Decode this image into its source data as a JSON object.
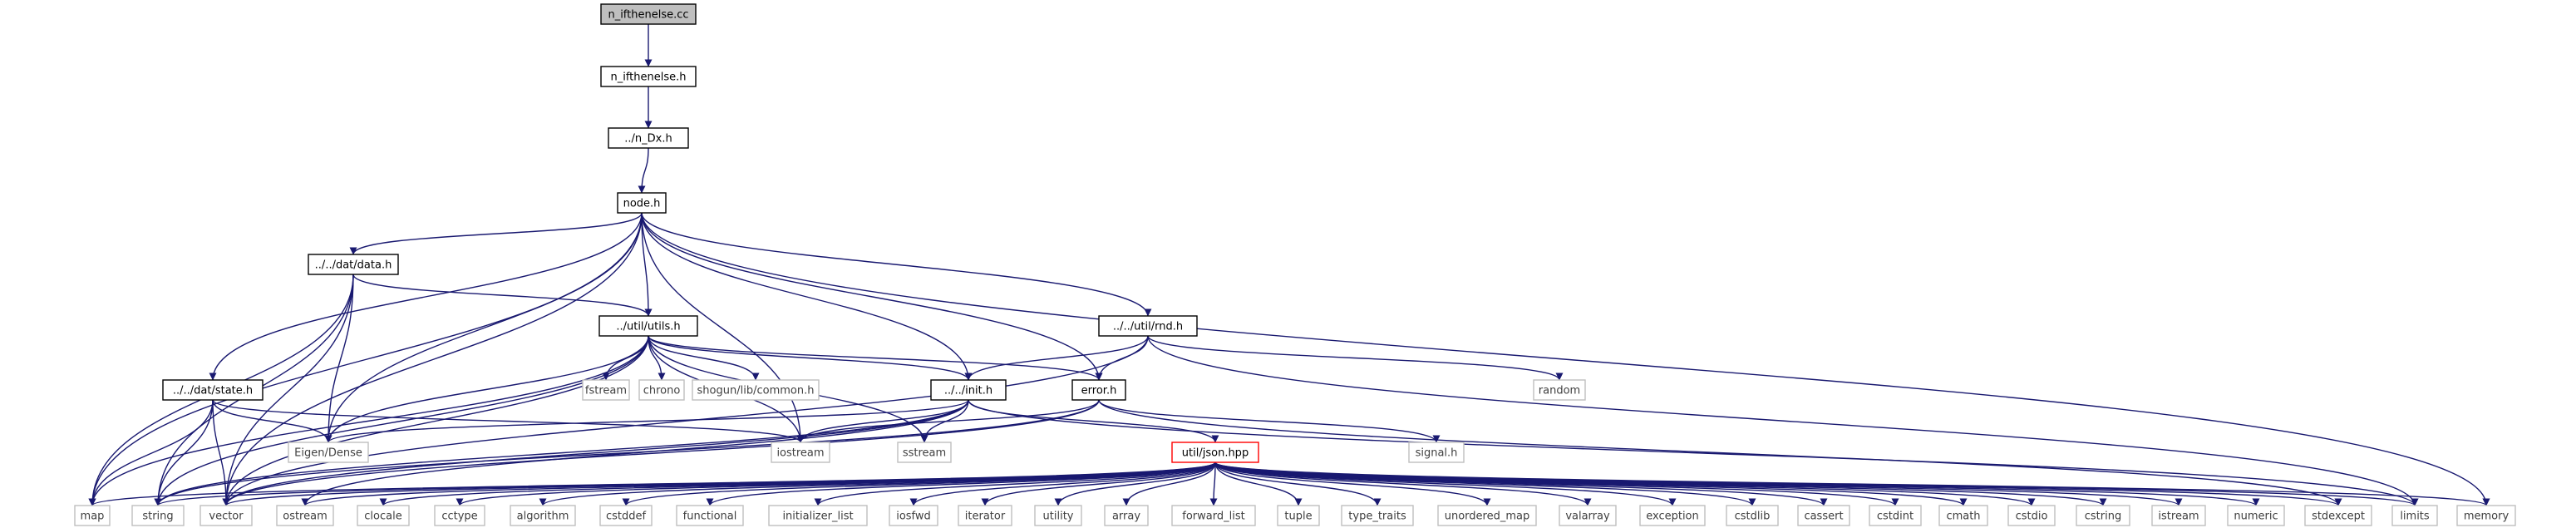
{
  "colors": {
    "edge": "#191970",
    "node_border": "#000000",
    "ext_border": "#bfbfbf",
    "ext_text": "#404040",
    "focus_fill": "#bfbfbf",
    "error_border": "#ff0000",
    "fill": "#ffffff"
  },
  "nodes": [
    {
      "id": "n_ifthenelse_cc",
      "label": "n_ifthenelse.cc",
      "style": "focus"
    },
    {
      "id": "n_ifthenelse_h",
      "label": "n_ifthenelse.h",
      "style": "normal"
    },
    {
      "id": "n_Dx_h",
      "label": "../n_Dx.h",
      "style": "normal"
    },
    {
      "id": "node_h",
      "label": "node.h",
      "style": "normal"
    },
    {
      "id": "data_h",
      "label": "../../dat/data.h",
      "style": "normal"
    },
    {
      "id": "utils_h",
      "label": "../util/utils.h",
      "style": "normal"
    },
    {
      "id": "rnd_h",
      "label": "../../util/rnd.h",
      "style": "normal"
    },
    {
      "id": "state_h",
      "label": "../../dat/state.h",
      "style": "normal"
    },
    {
      "id": "init_h",
      "label": "../../init.h",
      "style": "normal"
    },
    {
      "id": "error_h",
      "label": "error.h",
      "style": "normal"
    },
    {
      "id": "json_hpp",
      "label": "util/json.hpp",
      "style": "error"
    },
    {
      "id": "fstream",
      "label": "fstream",
      "style": "ext"
    },
    {
      "id": "chrono",
      "label": "chrono",
      "style": "ext"
    },
    {
      "id": "shogun",
      "label": "shogun/lib/common.h",
      "style": "ext"
    },
    {
      "id": "random",
      "label": "random",
      "style": "ext"
    },
    {
      "id": "eigen",
      "label": "Eigen/Dense",
      "style": "ext"
    },
    {
      "id": "iostream",
      "label": "iostream",
      "style": "ext"
    },
    {
      "id": "sstream",
      "label": "sstream",
      "style": "ext"
    },
    {
      "id": "signal_h",
      "label": "signal.h",
      "style": "ext"
    },
    {
      "id": "map",
      "label": "map",
      "style": "ext"
    },
    {
      "id": "string",
      "label": "string",
      "style": "ext"
    },
    {
      "id": "vector",
      "label": "vector",
      "style": "ext"
    },
    {
      "id": "ostream",
      "label": "ostream",
      "style": "ext"
    },
    {
      "id": "clocale",
      "label": "clocale",
      "style": "ext"
    },
    {
      "id": "cctype",
      "label": "cctype",
      "style": "ext"
    },
    {
      "id": "algorithm",
      "label": "algorithm",
      "style": "ext"
    },
    {
      "id": "cstddef",
      "label": "cstddef",
      "style": "ext"
    },
    {
      "id": "functional",
      "label": "functional",
      "style": "ext"
    },
    {
      "id": "initializer_list",
      "label": "initializer_list",
      "style": "ext"
    },
    {
      "id": "iosfwd",
      "label": "iosfwd",
      "style": "ext"
    },
    {
      "id": "iterator",
      "label": "iterator",
      "style": "ext"
    },
    {
      "id": "utility",
      "label": "utility",
      "style": "ext"
    },
    {
      "id": "array",
      "label": "array",
      "style": "ext"
    },
    {
      "id": "forward_list",
      "label": "forward_list",
      "style": "ext"
    },
    {
      "id": "tuple",
      "label": "tuple",
      "style": "ext"
    },
    {
      "id": "type_traits",
      "label": "type_traits",
      "style": "ext"
    },
    {
      "id": "unordered_map",
      "label": "unordered_map",
      "style": "ext"
    },
    {
      "id": "valarray",
      "label": "valarray",
      "style": "ext"
    },
    {
      "id": "exception",
      "label": "exception",
      "style": "ext"
    },
    {
      "id": "cstdlib",
      "label": "cstdlib",
      "style": "ext"
    },
    {
      "id": "cassert",
      "label": "cassert",
      "style": "ext"
    },
    {
      "id": "cstdint",
      "label": "cstdint",
      "style": "ext"
    },
    {
      "id": "cmath",
      "label": "cmath",
      "style": "ext"
    },
    {
      "id": "cstdio",
      "label": "cstdio",
      "style": "ext"
    },
    {
      "id": "cstring",
      "label": "cstring",
      "style": "ext"
    },
    {
      "id": "istream",
      "label": "istream",
      "style": "ext"
    },
    {
      "id": "numeric",
      "label": "numeric",
      "style": "ext"
    },
    {
      "id": "stdexcept",
      "label": "stdexcept",
      "style": "ext"
    },
    {
      "id": "limits",
      "label": "limits",
      "style": "ext"
    },
    {
      "id": "memory",
      "label": "memory",
      "style": "ext"
    }
  ],
  "edges": [
    [
      "n_ifthenelse_cc",
      "n_ifthenelse_h"
    ],
    [
      "n_ifthenelse_h",
      "n_Dx_h"
    ],
    [
      "n_Dx_h",
      "node_h"
    ],
    [
      "node_h",
      "data_h"
    ],
    [
      "node_h",
      "utils_h"
    ],
    [
      "node_h",
      "rnd_h"
    ],
    [
      "node_h",
      "state_h"
    ],
    [
      "node_h",
      "init_h"
    ],
    [
      "node_h",
      "error_h"
    ],
    [
      "node_h",
      "map"
    ],
    [
      "node_h",
      "eigen"
    ],
    [
      "node_h",
      "iostream"
    ],
    [
      "node_h",
      "vector"
    ],
    [
      "node_h",
      "memory"
    ],
    [
      "data_h",
      "utils_h"
    ],
    [
      "data_h",
      "map"
    ],
    [
      "data_h",
      "string"
    ],
    [
      "data_h",
      "eigen"
    ],
    [
      "data_h",
      "vector"
    ],
    [
      "utils_h",
      "fstream"
    ],
    [
      "utils_h",
      "chrono"
    ],
    [
      "utils_h",
      "shogun"
    ],
    [
      "utils_h",
      "init_h"
    ],
    [
      "utils_h",
      "error_h"
    ],
    [
      "utils_h",
      "eigen"
    ],
    [
      "utils_h",
      "iostream"
    ],
    [
      "utils_h",
      "sstream"
    ],
    [
      "utils_h",
      "map"
    ],
    [
      "utils_h",
      "vector"
    ],
    [
      "utils_h",
      "string"
    ],
    [
      "rnd_h",
      "random"
    ],
    [
      "rnd_h",
      "init_h"
    ],
    [
      "rnd_h",
      "error_h"
    ],
    [
      "rnd_h",
      "vector"
    ],
    [
      "rnd_h",
      "limits"
    ],
    [
      "state_h",
      "eigen"
    ],
    [
      "state_h",
      "iostream"
    ],
    [
      "state_h",
      "map"
    ],
    [
      "state_h",
      "string"
    ],
    [
      "state_h",
      "vector"
    ],
    [
      "init_h",
      "json_hpp"
    ],
    [
      "init_h",
      "eigen"
    ],
    [
      "init_h",
      "iostream"
    ],
    [
      "init_h",
      "sstream"
    ],
    [
      "init_h",
      "string"
    ],
    [
      "init_h",
      "vector"
    ],
    [
      "init_h",
      "limits"
    ],
    [
      "init_h",
      "ostream"
    ],
    [
      "error_h",
      "signal_h"
    ],
    [
      "error_h",
      "iostream"
    ],
    [
      "error_h",
      "string"
    ],
    [
      "error_h",
      "vector"
    ],
    [
      "error_h",
      "stdexcept"
    ],
    [
      "json_hpp",
      "map"
    ],
    [
      "json_hpp",
      "string"
    ],
    [
      "json_hpp",
      "vector"
    ],
    [
      "json_hpp",
      "ostream"
    ],
    [
      "json_hpp",
      "clocale"
    ],
    [
      "json_hpp",
      "cctype"
    ],
    [
      "json_hpp",
      "algorithm"
    ],
    [
      "json_hpp",
      "cstddef"
    ],
    [
      "json_hpp",
      "functional"
    ],
    [
      "json_hpp",
      "initializer_list"
    ],
    [
      "json_hpp",
      "iosfwd"
    ],
    [
      "json_hpp",
      "iterator"
    ],
    [
      "json_hpp",
      "utility"
    ],
    [
      "json_hpp",
      "array"
    ],
    [
      "json_hpp",
      "forward_list"
    ],
    [
      "json_hpp",
      "tuple"
    ],
    [
      "json_hpp",
      "type_traits"
    ],
    [
      "json_hpp",
      "unordered_map"
    ],
    [
      "json_hpp",
      "valarray"
    ],
    [
      "json_hpp",
      "exception"
    ],
    [
      "json_hpp",
      "cstdlib"
    ],
    [
      "json_hpp",
      "cassert"
    ],
    [
      "json_hpp",
      "cstdint"
    ],
    [
      "json_hpp",
      "cmath"
    ],
    [
      "json_hpp",
      "cstdio"
    ],
    [
      "json_hpp",
      "cstring"
    ],
    [
      "json_hpp",
      "istream"
    ],
    [
      "json_hpp",
      "numeric"
    ],
    [
      "json_hpp",
      "stdexcept"
    ],
    [
      "json_hpp",
      "limits"
    ],
    [
      "json_hpp",
      "memory"
    ]
  ]
}
